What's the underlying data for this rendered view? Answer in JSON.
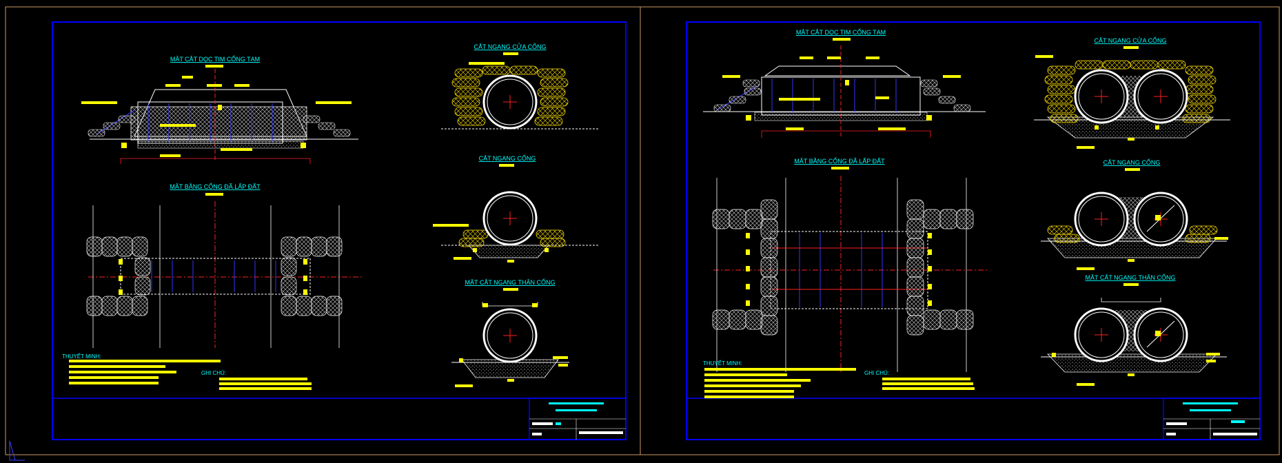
{
  "sheets": [
    {
      "titles": {
        "longitudinal": "MẶT CẮT DỌC TIM CỐNG TẠM",
        "plan": "MẶT BẰNG CỐNG ĐÃ LẤP ĐẤT",
        "section_mouth": "CẮT NGANG CỬA CỐNG",
        "section": "CẮT NGANG CỐNG",
        "section_body": "MẶT CẮT NGANG THÂN CỐNG"
      },
      "notes_heading": "THUYẾT MINH:",
      "remarks_heading": "GHI CHÚ:"
    },
    {
      "titles": {
        "longitudinal": "MẶT CẮT DỌC TIM CỐNG TẠM",
        "plan": "MẶT BẰNG CỐNG ĐÃ LẤP ĐẤT",
        "section_mouth": "CẮT NGANG CỬA CỐNG",
        "section": "CẮT NGANG CỐNG",
        "section_body": "MẶT CẮT NGANG THÂN CỐNG"
      },
      "notes_heading": "THUYẾT MINH:",
      "remarks_heading": "GHI CHÚ:"
    }
  ],
  "colors": {
    "frame": "#0000ff",
    "outer_border": "#d19a66",
    "text": "#00ffff",
    "dim": "#ffff00",
    "line": "#ffffff",
    "axis": "#ff2020",
    "pipe_hatch": "#c8c8c8",
    "sand": "#ffe000"
  },
  "icons": {
    "ucs": "ucs-axis-icon"
  }
}
